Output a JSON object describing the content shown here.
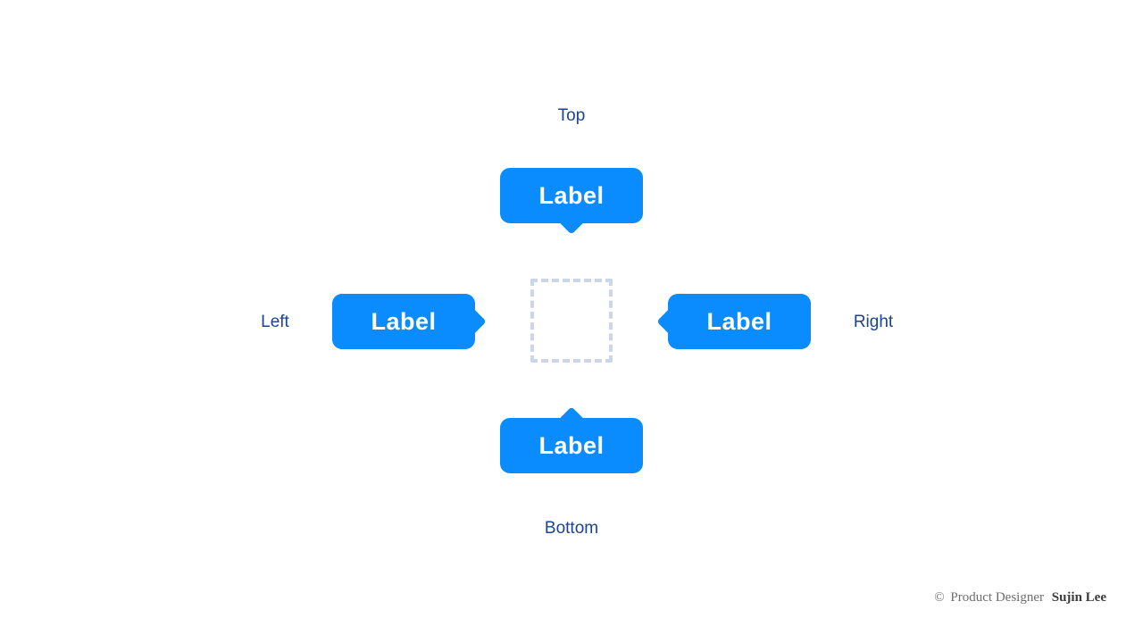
{
  "colors": {
    "background": "#ffffff",
    "tooltip_bg": "#0a8cff",
    "tooltip_text": "#ffffff",
    "direction_text": "#1b4393",
    "target_box_border": "#ccd6ea",
    "credit_muted": "#6d6d6d",
    "credit_strong": "#3c3c3c"
  },
  "diagram": {
    "positions": {
      "top": {
        "direction_label": "Top",
        "tooltip_label": "Label"
      },
      "left": {
        "direction_label": "Left",
        "tooltip_label": "Label"
      },
      "right": {
        "direction_label": "Right",
        "tooltip_label": "Label"
      },
      "bottom": {
        "direction_label": "Bottom",
        "tooltip_label": "Label"
      }
    }
  },
  "footer": {
    "copyright_symbol": "©",
    "role": "Product Designer",
    "author": "Sujin Lee"
  }
}
